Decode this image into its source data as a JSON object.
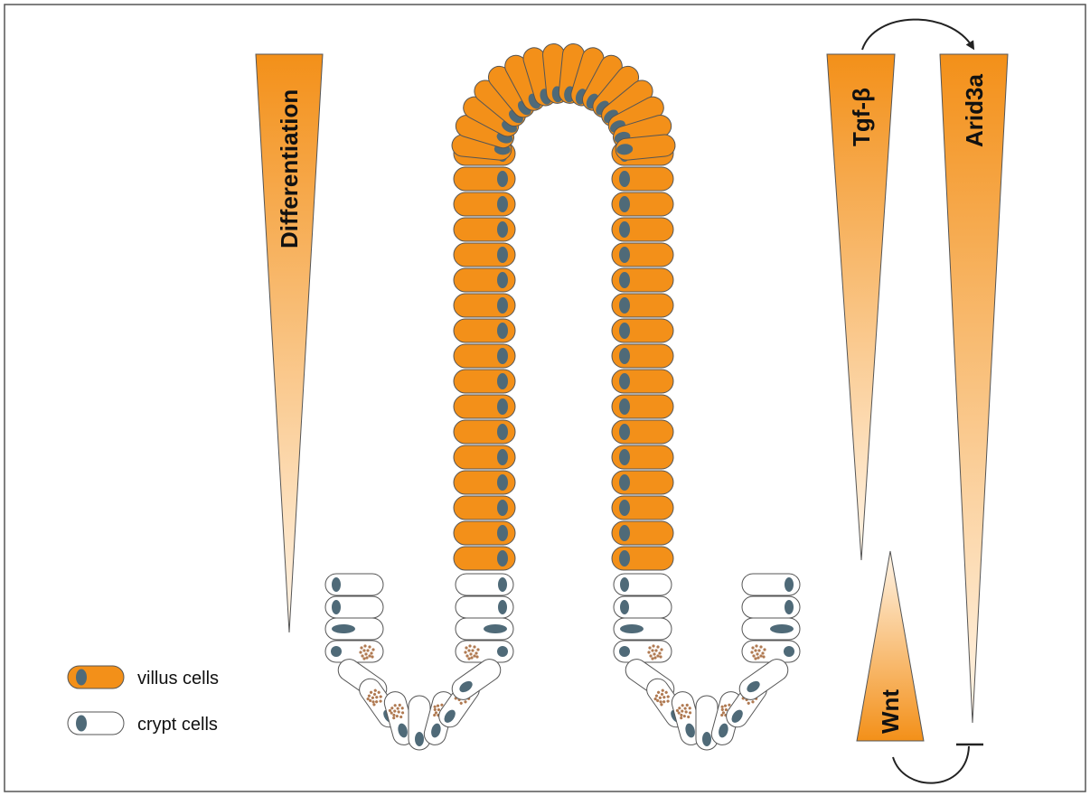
{
  "gradients": {
    "differentiation": "Differentiation",
    "tgf_beta": "Tgf-β",
    "arid3a": "Arid3a",
    "wnt": "Wnt"
  },
  "legend": {
    "villus": "villus cells",
    "crypt": "crypt cells"
  },
  "colors": {
    "villus_fill": "#f39019",
    "gradient_light": "#fff5e8",
    "crypt_fill": "#ffffff",
    "nucleus": "#4f6a78",
    "cell_outline": "#555555",
    "granule": "#b07a52"
  }
}
